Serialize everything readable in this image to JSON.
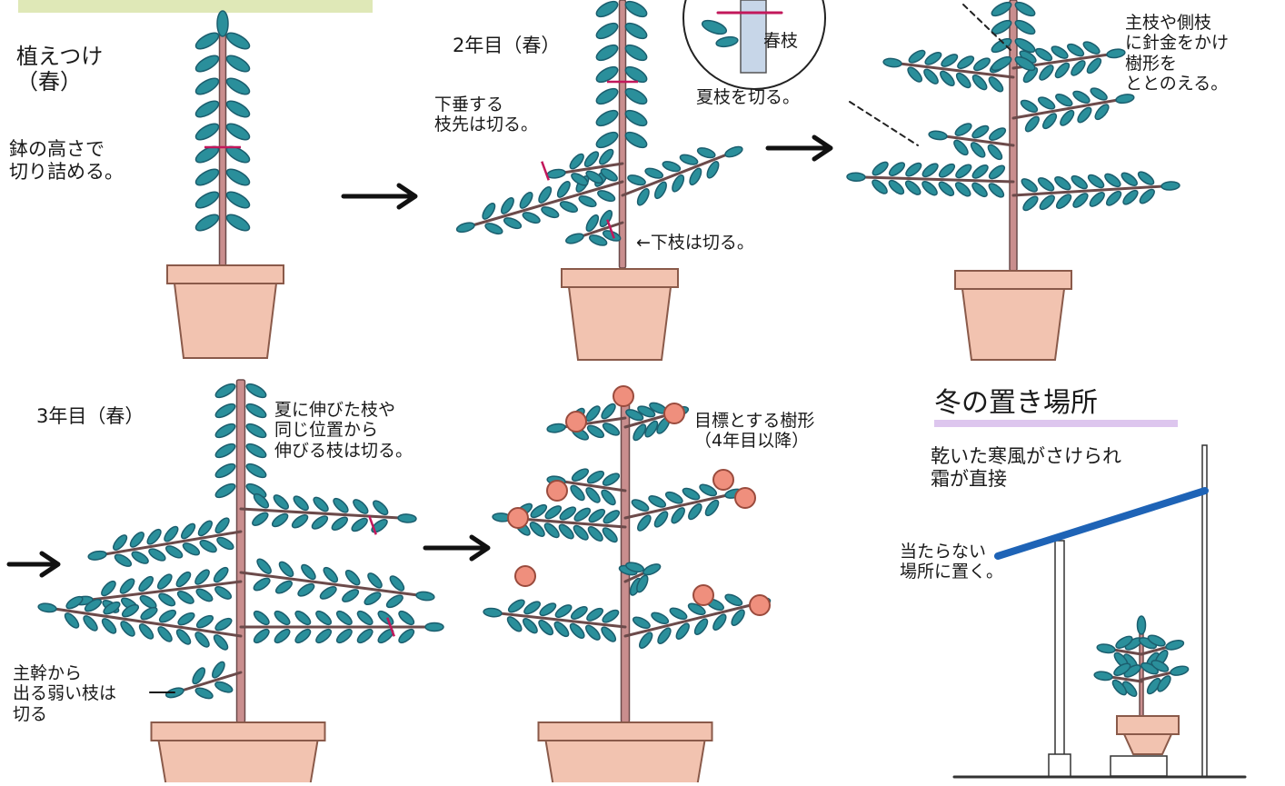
{
  "panels": {
    "planting": {
      "title": "植えつけ\n（春）",
      "note": "鉢の高さで\n切り詰める。"
    },
    "year2": {
      "title": "2年目（春）",
      "note_droop": "下垂する\n枝先は切る。",
      "note_lower": "←下枝は切る。",
      "note_summer": "夏枝を切る。",
      "inset_label": "春枝"
    },
    "shape": {
      "note": "主枝や側枝\nに針金をかけ\n樹形を\nととのえる。"
    },
    "year3": {
      "title": "3年目（春）",
      "note_summer": "夏に伸びた枝や\n同じ位置から\n伸びる枝は切る。",
      "note_weak": "主幹から\n出る弱い枝は\n切る"
    },
    "goal": {
      "note": "目標とする樹形\n（4年目以降）"
    },
    "winter": {
      "title": "冬の置き場所",
      "note1": "乾いた寒風がさけられ\n霜が直接",
      "note2": "当たらない\n場所に置く。"
    }
  },
  "colors": {
    "leaf": "#2a8f9b",
    "leaf_dark": "#1b5e6e",
    "trunk": "#c98e8e",
    "trunk_line": "#6b4a4a",
    "pot": "#f2c3b0",
    "pot_line": "#8a5a4a",
    "fruit": "#ef8f7d",
    "cut_mark": "#c2185b",
    "roof": "#1e63b6",
    "highlight": "#d5b8ea"
  }
}
